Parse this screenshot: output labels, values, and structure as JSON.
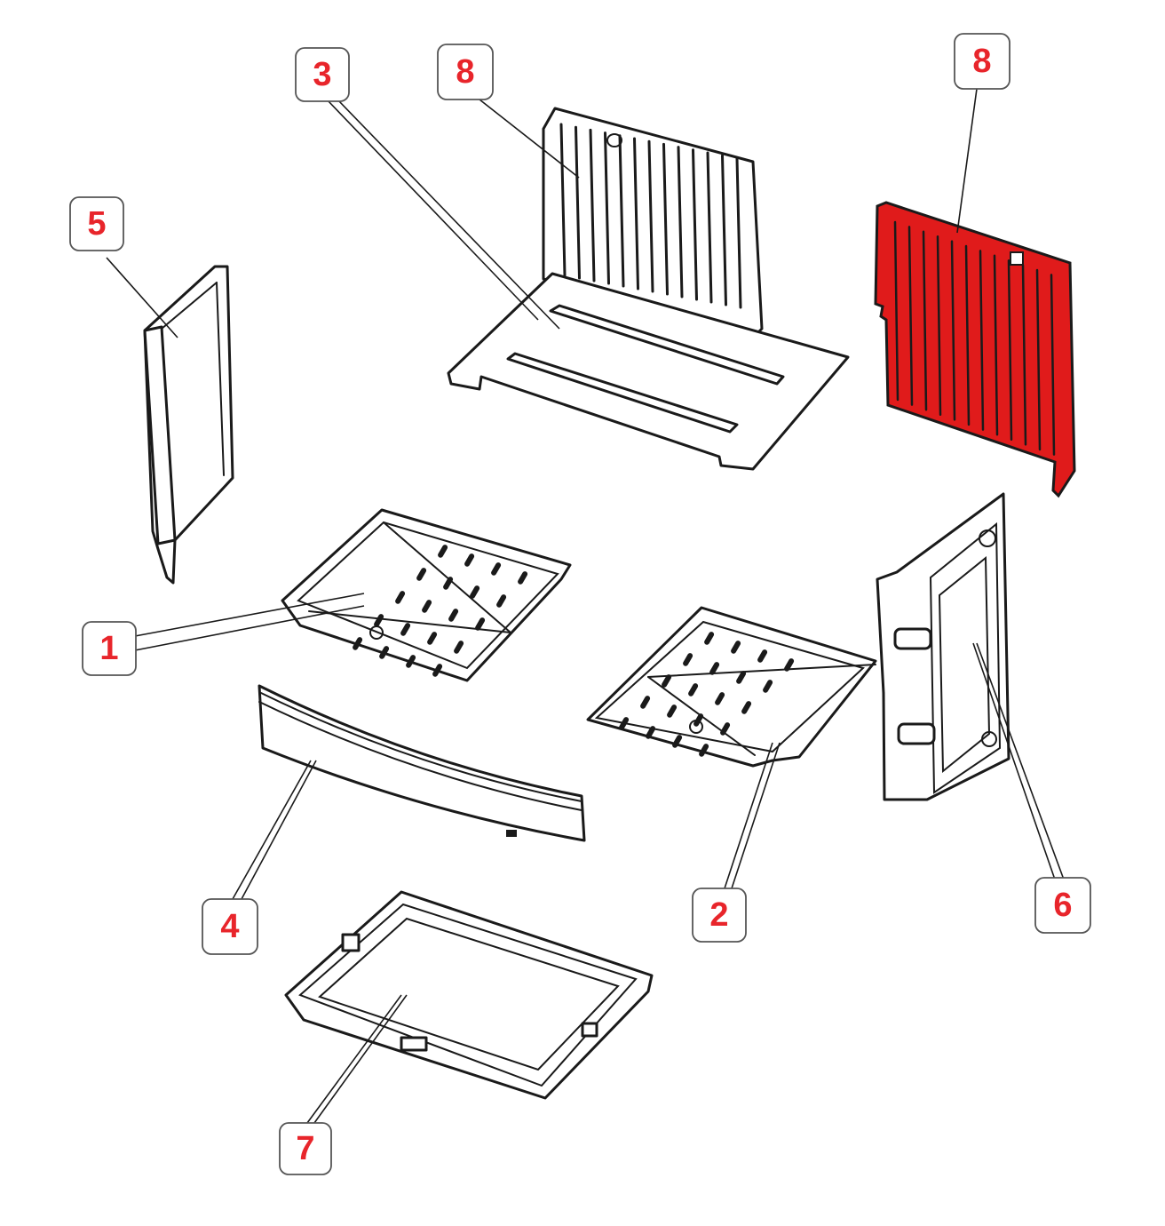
{
  "accent_color": "#e8252b",
  "callout_text_color": "#e8252b",
  "highlight_fill": "#e01b1b",
  "callouts": [
    {
      "id": "1",
      "label": "1"
    },
    {
      "id": "2",
      "label": "2"
    },
    {
      "id": "3",
      "label": "3"
    },
    {
      "id": "4",
      "label": "4"
    },
    {
      "id": "5",
      "label": "5"
    },
    {
      "id": "6",
      "label": "6"
    },
    {
      "id": "7",
      "label": "7"
    },
    {
      "id": "8a",
      "label": "8"
    },
    {
      "id": "8b",
      "label": "8"
    }
  ],
  "highlighted_part": "8"
}
